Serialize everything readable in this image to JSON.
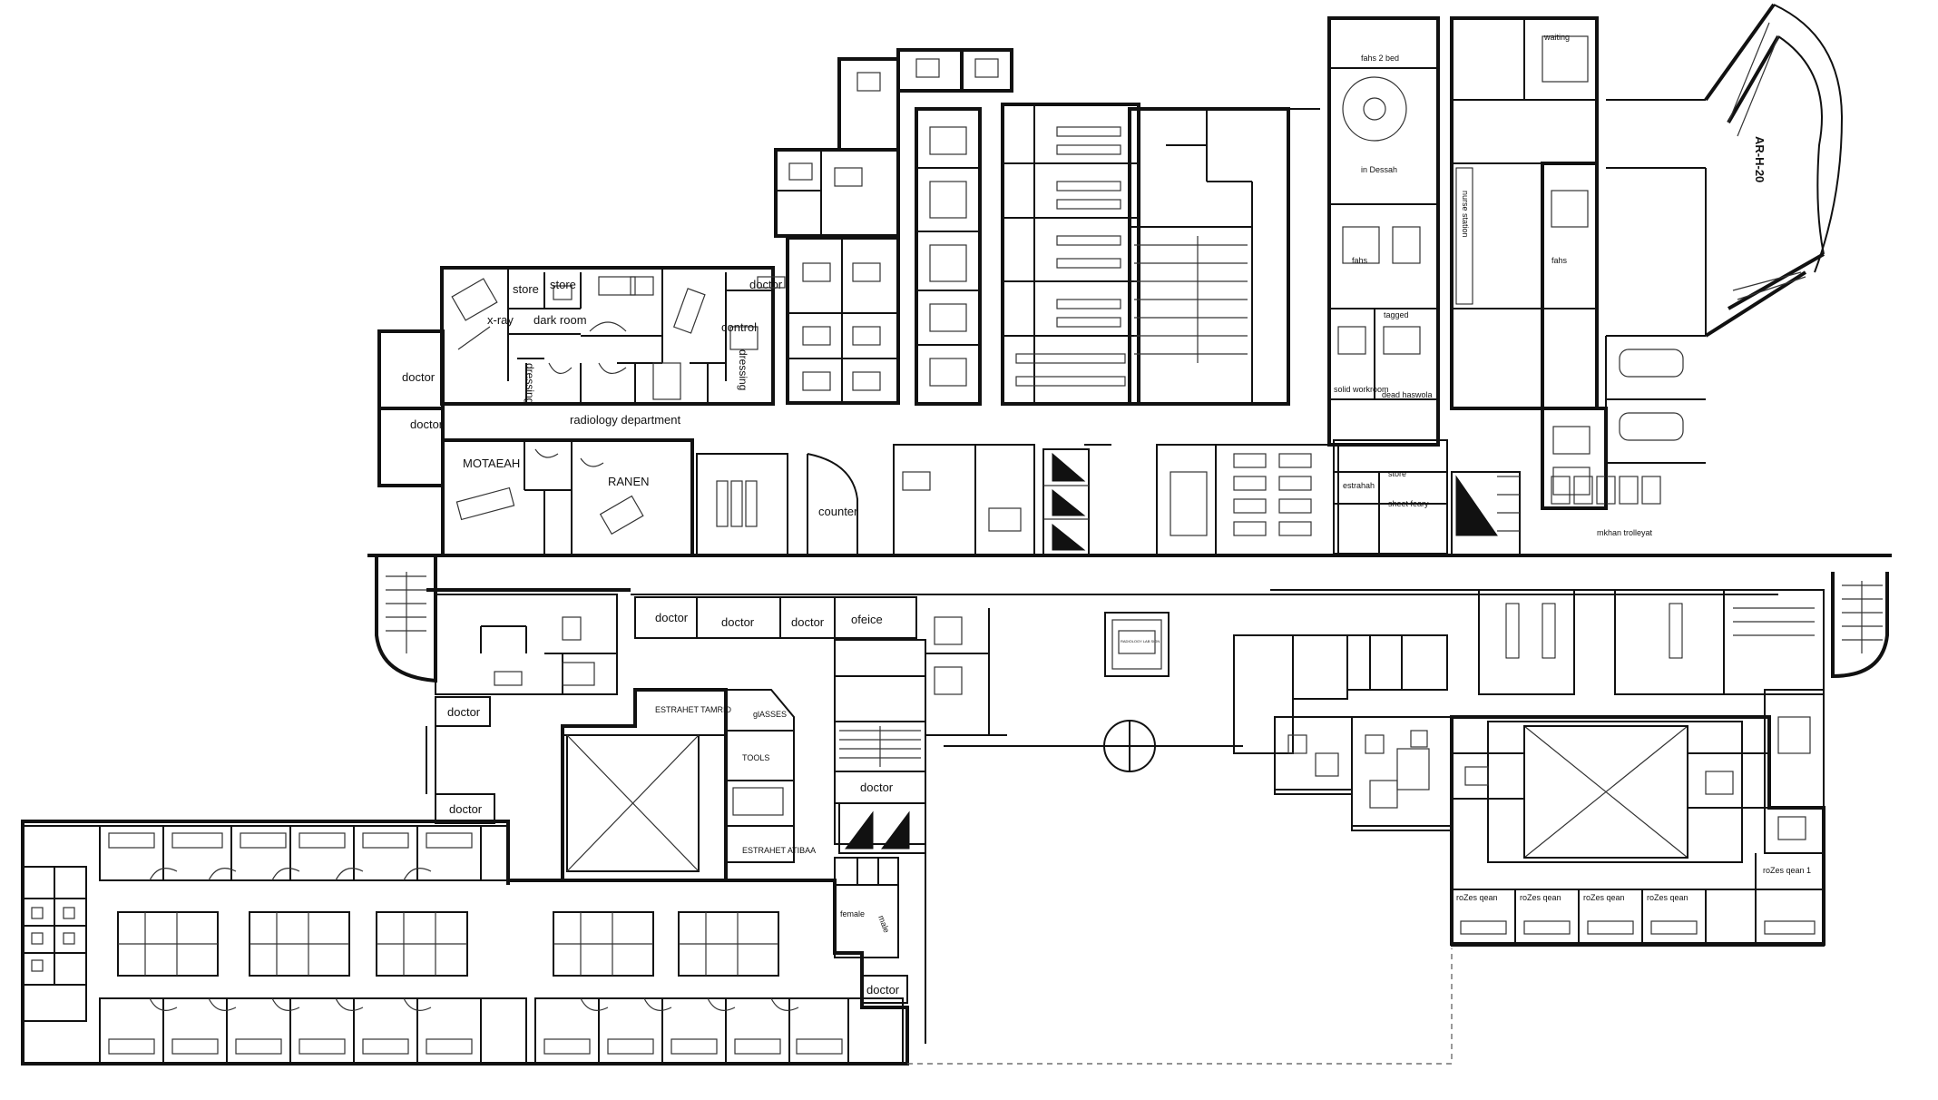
{
  "labels": {
    "store_1": "store",
    "store_2": "store",
    "x_ray": "x-ray",
    "dark_room": "dark room",
    "doctor_radiology": "doctor",
    "doctor_left_1": "doctor",
    "doctor_left_2": "doctor",
    "dressing_1": "dressing",
    "dressing_2": "dressing",
    "control": "control",
    "radiology_department": "radiology department",
    "motaeah": "MOTAEAH",
    "ranen": "RANEN",
    "counter": "counter",
    "doctor_row_1": "doctor",
    "doctor_row_2": "doctor",
    "doctor_row_3": "doctor",
    "office": "ofeice",
    "estraht_tamrid": "ESTRAHET TAMRID",
    "glasses": "glASSES",
    "tools": "TOOLS",
    "estraht_atibaa": "ESTRAHET ATIBAA",
    "doctor_mid_1": "doctor",
    "doctor_mid_2": "doctor",
    "doctor_center": "doctor",
    "doctor_lower": "doctor",
    "female": "female",
    "male": "male",
    "fahs_2_bed": "fahs 2 bed",
    "waiting": "waiting",
    "in_dressah": "in Dessah",
    "fahs_1": "fahs",
    "fahs_2": "fahs",
    "tagged": "tagged",
    "nurse_station": "nurse station",
    "solid_workroom": "solid workroom",
    "dead_haswola": "dead haswola",
    "estrahah": "estrahah",
    "store_er": "store",
    "sheet_feary": "sheet feary",
    "mkhan_trolleyat": "mkhan trolleyat",
    "ar_h_20": "AR-H-20",
    "radiology_sign": "RADIOLOGY LAB SIGN",
    "room_1": "roZes qean",
    "room_2": "roZes qean",
    "room_3": "roZes qean",
    "room_4": "roZes qean",
    "room_5": "roZes qean 1"
  }
}
